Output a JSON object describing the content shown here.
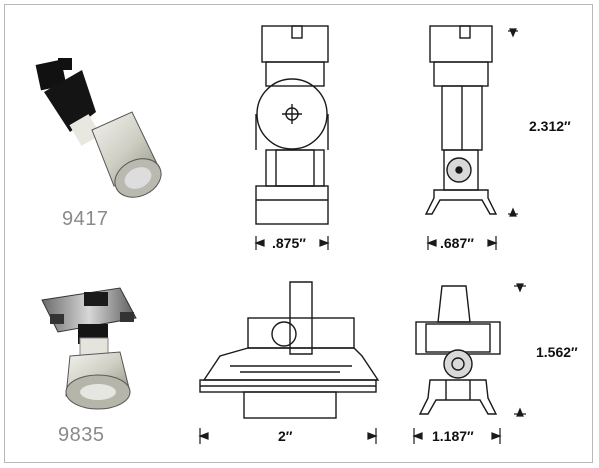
{
  "products": [
    {
      "model": "9417",
      "front_width": ".875″",
      "side_width": ".687″",
      "height": "2.312″"
    },
    {
      "model": "9835",
      "front_width": "2″",
      "side_width": "1.187″",
      "height": "1.562″"
    }
  ],
  "colors": {
    "frame": "#b8b8b8",
    "label_gray": "#8a8a8a",
    "drawing_line": "#1a1a1a",
    "dimension_text": "#111111"
  },
  "icons": [
    "track-light-9417-photo",
    "track-light-9835-photo",
    "lamp-icon"
  ]
}
